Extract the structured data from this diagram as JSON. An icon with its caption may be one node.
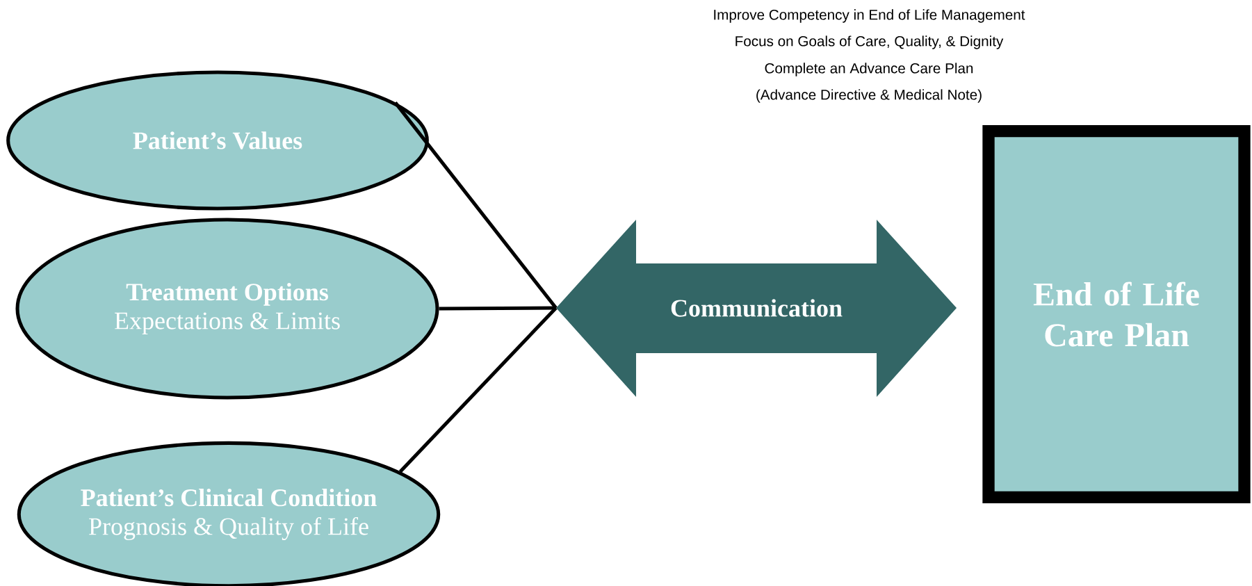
{
  "diagram": {
    "nodes": [
      {
        "text": [
          "Patient’s Values"
        ]
      },
      {
        "text": [
          "Treatment Options",
          "Expectations & Limits"
        ]
      },
      {
        "text": [
          "Patient’s Clinical Condition",
          "Prognosis & Quality of Life"
        ]
      },
      {
        "text": [
          "Communication"
        ]
      },
      {
        "text": [
          "End of Life Care Plan"
        ]
      }
    ],
    "edges": [
      {
        "from": 0,
        "to": 3,
        "arrow": "none"
      },
      {
        "from": 1,
        "to": 3,
        "arrow": "none"
      },
      {
        "from": 2,
        "to": 3,
        "arrow": "none"
      }
    ],
    "labels": [
      "Improve Competency in End of Life Management",
      "Focus on Goals of Care, Quality, & Dignity",
      "Complete an Advance Care Plan",
      "(Advance Directive & Medical Note)"
    ]
  }
}
